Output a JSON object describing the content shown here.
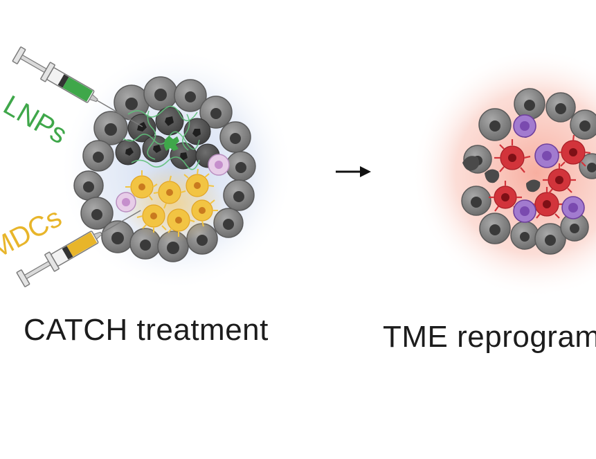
{
  "labels": {
    "top_syringe": "LNPs",
    "bottom_syringe": "MDCs"
  },
  "captions": {
    "left": "CATCH treatment",
    "right": "TME reprogram"
  },
  "icons": {
    "arrow": "right-arrow-icon",
    "syringe_top": "syringe-icon",
    "syringe_bottom": "syringe-icon",
    "tumor_left": "tumor-cluster-icon",
    "tumor_right": "tumor-cluster-icon"
  },
  "colors": {
    "lnp_green": "#3fa74a",
    "mdc_gold": "#e8b52a",
    "tumor_gray": "#6d6d6d",
    "left_glow": "#c9d6ee",
    "right_glow": "#f6a08f",
    "activated_red": "#d2343b",
    "t_cell_purple": "#8a5bb8",
    "pink_cell": "#d9b6dc"
  }
}
